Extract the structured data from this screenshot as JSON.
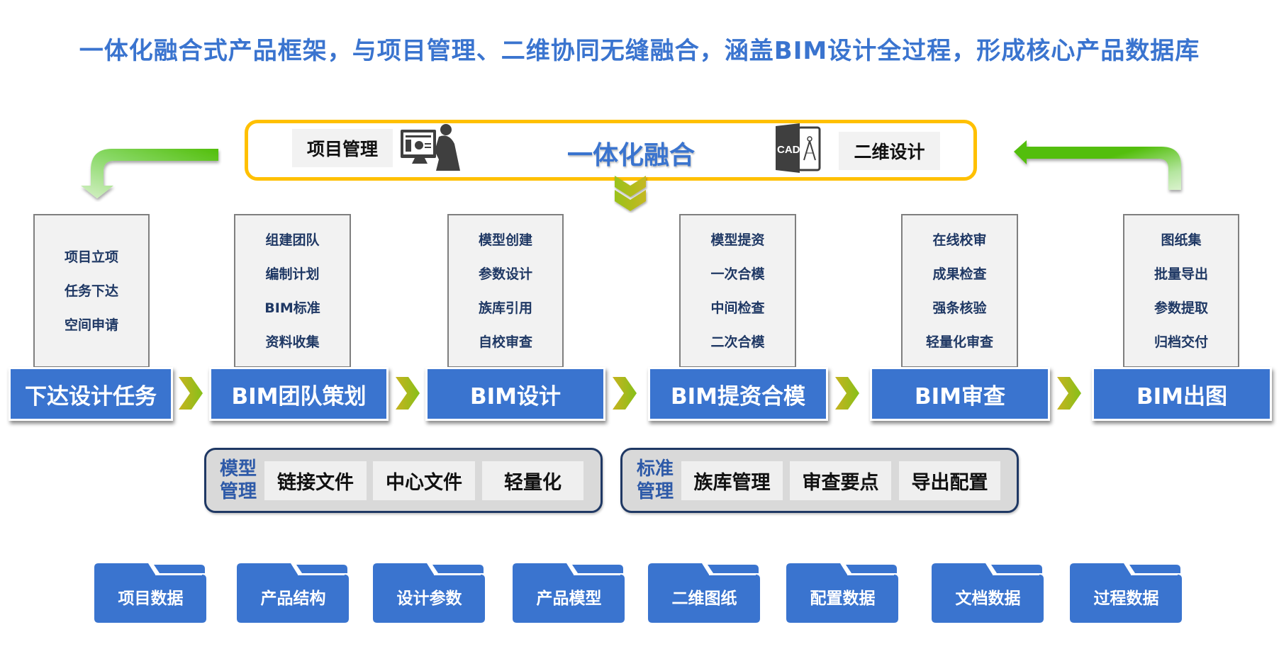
{
  "title": "一体化融合式产品框架，与项目管理、二维协同无缝融合，涵盖BIM设计全过程，形成核心产品数据库",
  "integration": {
    "label": "一体化融合",
    "left_chip": "项目管理",
    "right_chip": "二维设计",
    "left_icon": "person-at-computer-icon",
    "right_icon": "cad-file-icon",
    "cad_icon_text": "CAD"
  },
  "colors": {
    "primary_blue": "#3a74cf",
    "integration_border": "#ffc000",
    "arrow_green": "#52be0a",
    "detail_text": "#1f3864"
  },
  "stages": [
    {
      "label": "下达设计任务",
      "items": [
        "项目立项",
        "任务下达",
        "空间申请"
      ]
    },
    {
      "label": "BIM团队策划",
      "items": [
        "组建团队",
        "编制计划",
        "BIM标准",
        "资料收集"
      ]
    },
    {
      "label": "BIM设计",
      "items": [
        "模型创建",
        "参数设计",
        "族库引用",
        "自校审查"
      ]
    },
    {
      "label": "BIM提资合模",
      "items": [
        "模型提资",
        "一次合模",
        "中间检查",
        "二次合模"
      ]
    },
    {
      "label": "BIM审查",
      "items": [
        "在线校审",
        "成果检查",
        "强条核验",
        "轻量化审查"
      ]
    },
    {
      "label": "BIM出图",
      "items": [
        "图纸集",
        "批量导出",
        "参数提取",
        "归档交付"
      ]
    }
  ],
  "management": [
    {
      "title_line1": "模型",
      "title_line2": "管理",
      "items": [
        "链接文件",
        "中心文件",
        "轻量化"
      ]
    },
    {
      "title_line1": "标准",
      "title_line2": "管理",
      "items": [
        "族库管理",
        "审查要点",
        "导出配置"
      ]
    }
  ],
  "databases": [
    "项目数据",
    "产品结构",
    "设计参数",
    "产品模型",
    "二维图纸",
    "配置数据",
    "文档数据",
    "过程数据"
  ]
}
